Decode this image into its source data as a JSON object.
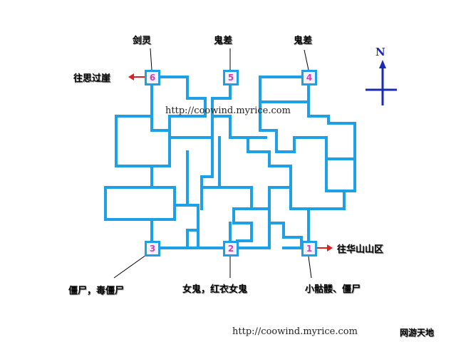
{
  "labels": {
    "top_left": "剑灵",
    "top_mid": "鬼差",
    "top_right": "鬼差",
    "west_exit": "往思过崖",
    "east_exit": "往华山山区",
    "bottom_left": "僵尸，毒僵尸",
    "bottom_mid": "女鬼，红衣女鬼",
    "bottom_right": "小骷髅、僵尸"
  },
  "nodes": [
    "6",
    "5",
    "4",
    "3",
    "2",
    "1"
  ],
  "compass": {
    "north": "N"
  },
  "watermarks": {
    "center": "http://coowind.myrice.com",
    "footer_url": "http://coowind.myrice.com",
    "footer_site": "网游天地"
  },
  "colors": {
    "path": "#1ea0e6",
    "arrow": "#e02020",
    "compass": "#1a2bb8",
    "node_text": "#d23fae"
  }
}
